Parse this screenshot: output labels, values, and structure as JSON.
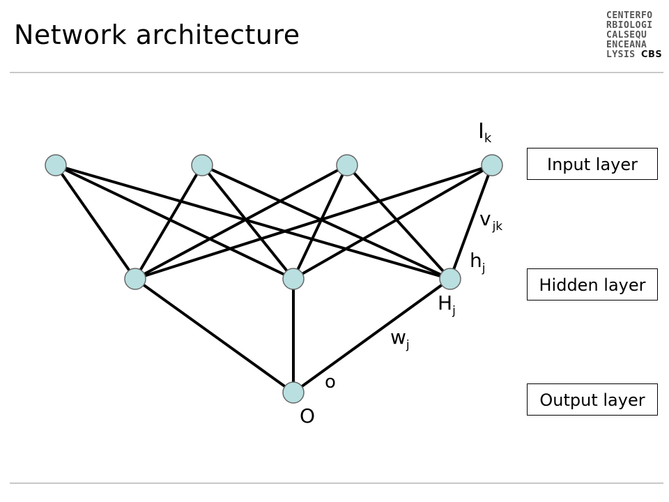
{
  "title": "Network architecture",
  "logo": {
    "rows": [
      "CENTERFO",
      "RBIOLOGI",
      "CALSEQU",
      "ENCEANA",
      "LYSIS"
    ],
    "tag": "CBS"
  },
  "layers": {
    "input": "Input layer",
    "hidden": "Hidden layer",
    "output": "Output layer"
  },
  "labels": {
    "input_node": {
      "main": "I",
      "sub": "k"
    },
    "input_weight": {
      "main": "v",
      "sub": "jk"
    },
    "hidden_input": {
      "main": "h",
      "sub": "j"
    },
    "hidden_output": {
      "main": "H",
      "sub": "j"
    },
    "output_weight": {
      "main": "w",
      "sub": "j"
    },
    "output_input": {
      "main": "o",
      "sub": ""
    },
    "output_node": {
      "main": "O",
      "sub": ""
    }
  },
  "colors": {
    "node_fill": "#b9dfe0",
    "node_stroke": "#666666",
    "edge": "#000000"
  }
}
